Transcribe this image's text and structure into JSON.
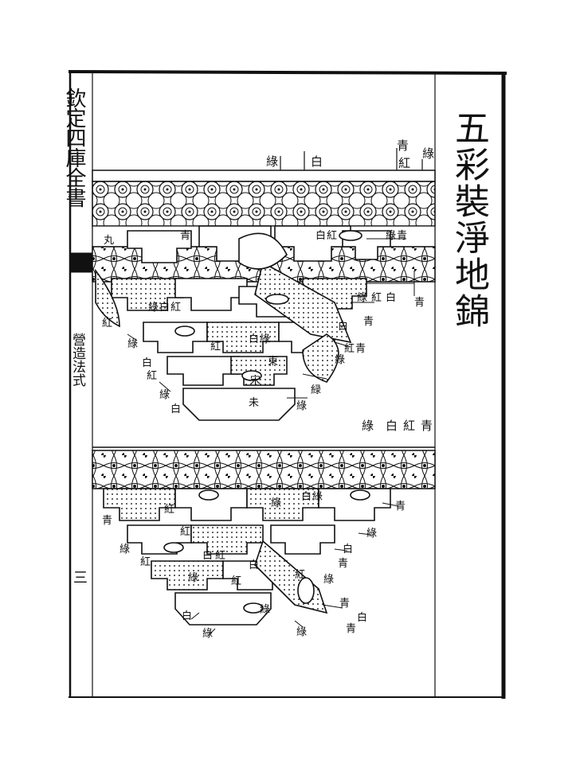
{
  "book_title": "欽定四庫全書",
  "section": "營造法式",
  "page_number": "三",
  "plate_title": "五彩裝淨地錦",
  "top_color_key": [
    "青",
    "紅",
    "白",
    "綠"
  ],
  "colors": {
    "ink": "#111111",
    "paper": "#ffffff"
  },
  "upper_labels": {
    "top_row": [
      "綠",
      "白",
      "青",
      "紅",
      "綠"
    ],
    "band_left": "丸",
    "band_right": [
      "白",
      "紅",
      "綠",
      "青"
    ],
    "right_side": [
      "綠",
      "紅",
      "白",
      "青",
      "白",
      "紅",
      "青",
      "綠",
      "緑",
      "綠"
    ],
    "left_side": [
      "綠",
      "白",
      "紅",
      "紅",
      "綠",
      "白",
      "紅",
      "綠",
      "白"
    ],
    "inner": [
      "紅",
      "白",
      "綠",
      "東",
      "宋",
      "未"
    ]
  },
  "separator_key": [
    "綠",
    "白",
    "紅",
    "青"
  ],
  "lower_labels": {
    "right_side": [
      "紅",
      "青",
      "綠",
      "白",
      "青",
      "綠",
      "紅",
      "青",
      "白",
      "青"
    ],
    "left_side": [
      "紅",
      "青",
      "綠",
      "紅",
      "綠",
      "白",
      "紅",
      "白",
      "綠",
      "綠"
    ],
    "inner": [
      "白",
      "綠",
      "紅",
      "綠",
      "白",
      "綠"
    ]
  }
}
